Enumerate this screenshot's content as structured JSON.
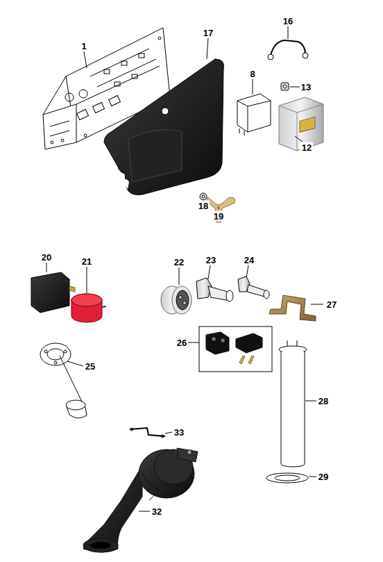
{
  "diagram": {
    "labels": [
      "1",
      "17",
      "16",
      "8",
      "13",
      "12",
      "18",
      "19",
      "20",
      "21",
      "22",
      "23",
      "24",
      "27",
      "26",
      "25",
      "28",
      "29",
      "33",
      "32"
    ]
  }
}
